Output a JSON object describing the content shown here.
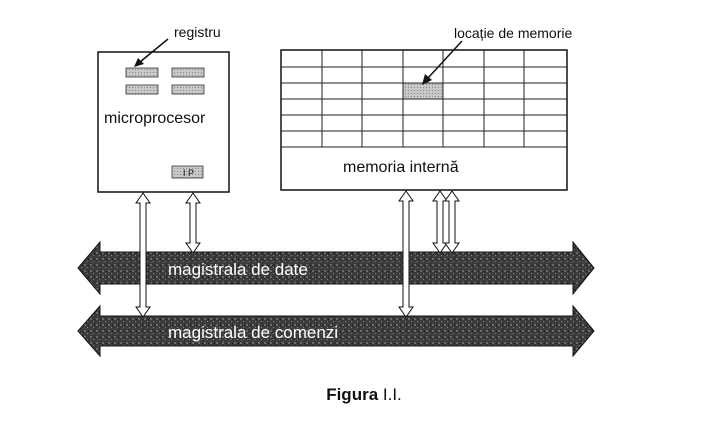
{
  "diagram": {
    "cpu": {
      "register_label": "registru",
      "name": "microprocesor",
      "ip_label": "I P"
    },
    "memory": {
      "cell_label": "locație de memorie",
      "name": "memoria internă"
    },
    "buses": {
      "data_bus": "magistrala de date",
      "command_bus": "magistrala de comenzi"
    }
  },
  "caption": {
    "prefix": "Figura",
    "number": "I.I."
  }
}
